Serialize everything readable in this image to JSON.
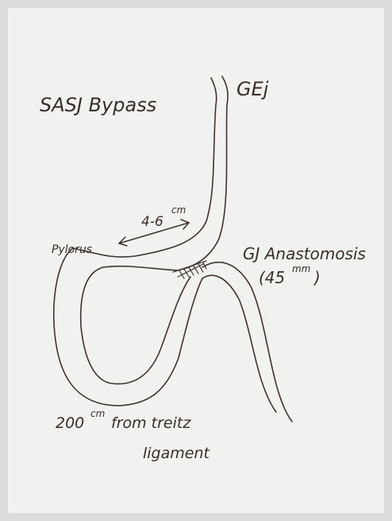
{
  "title": "SASJ Bypass",
  "labels": {
    "gej": "GEj",
    "distance": "4-6",
    "distance_unit": "cm",
    "pylorus": "Pylorus",
    "gj_anastomosis": "GJ Anastomosis",
    "gj_size_open": "(45",
    "gj_size_unit": "mm",
    "gj_size_close": ")",
    "treitz_line1_value": "200",
    "treitz_line1_unit": "cm",
    "treitz_line1_rest": "from treitz",
    "treitz_line2": "ligament"
  }
}
